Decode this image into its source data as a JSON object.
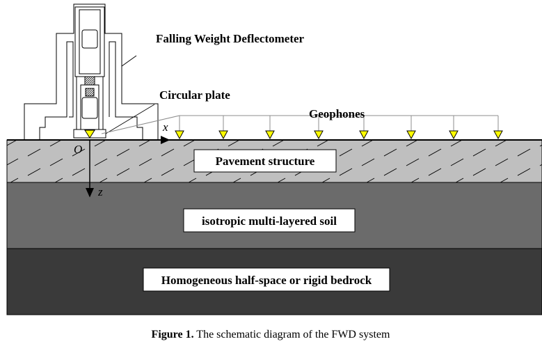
{
  "labels": {
    "device": "Falling Weight Deflectometer",
    "plate": "Circular plate",
    "geophones": "Geophones",
    "axis_x": "x",
    "axis_z": "z",
    "origin": "O"
  },
  "layers": {
    "pavement": "Pavement structure",
    "soil": "isotropic multi-layered soil",
    "bedrock": "Homogeneous half-space or rigid bedrock"
  },
  "caption": {
    "prefix": "Figure 1.",
    "text": " The schematic diagram of the FWD system"
  },
  "colors": {
    "pavement": "#bfbfbf",
    "soil": "#6b6b6b",
    "bedrock": "#3a3a3a",
    "geophone": "#ffff00"
  }
}
